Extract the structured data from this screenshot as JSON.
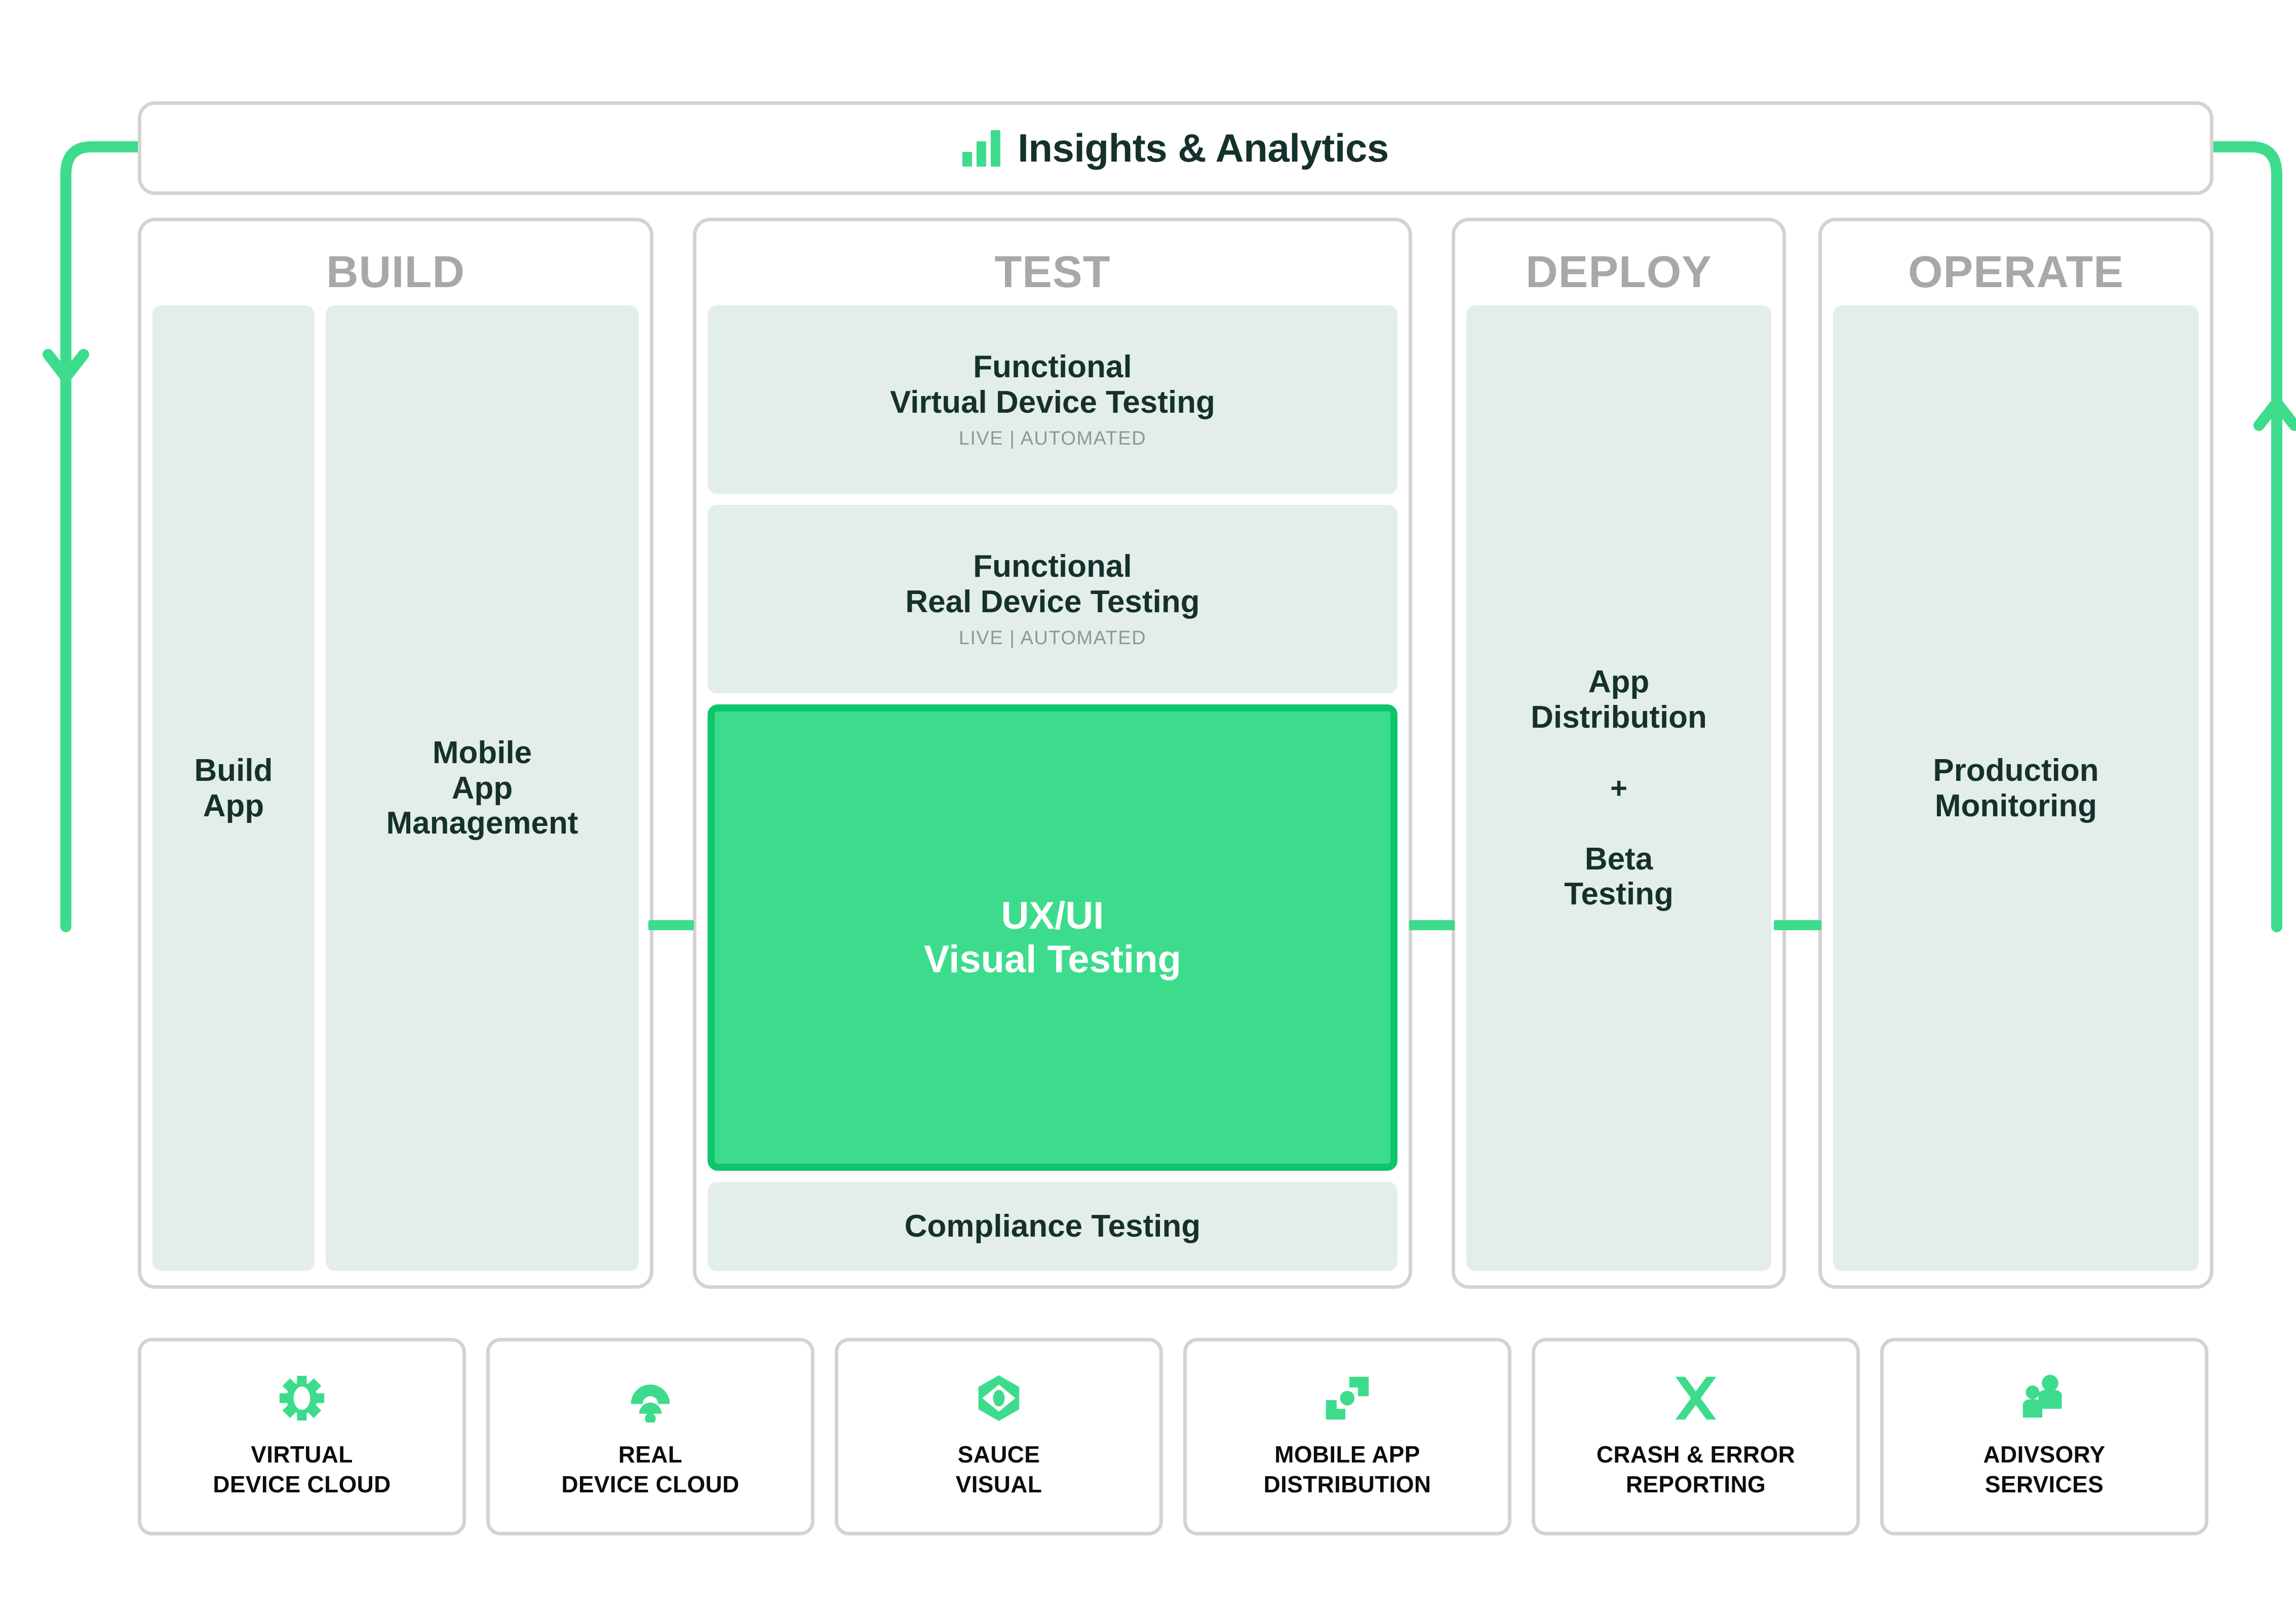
{
  "header": {
    "title": "Insights & Analytics",
    "icon": "bar-chart-icon"
  },
  "colors": {
    "accent_green": "#3ddc8c",
    "accent_green_dark": "#0ec56c",
    "card_bg": "#e3ede9",
    "text_dark": "#15312c",
    "stage_title": "#a8a8a8",
    "border_gray": "#d3d3d3",
    "sub_text": "#8b9a96"
  },
  "stages": [
    {
      "id": "build",
      "title": "BUILD",
      "cards": [
        {
          "title": "Build\nApp",
          "line1": "Build",
          "line2": "App",
          "sub": ""
        },
        {
          "title": "Mobile App Management",
          "line1": "Mobile",
          "line2": "App",
          "line3": "Management",
          "sub": ""
        }
      ]
    },
    {
      "id": "test",
      "title": "TEST",
      "cards": [
        {
          "line1": "Functional",
          "line2": "Virtual Device Testing",
          "sub": "LIVE | AUTOMATED",
          "highlight": false
        },
        {
          "line1": "Functional",
          "line2": "Real Device Testing",
          "sub": "LIVE | AUTOMATED",
          "highlight": false
        },
        {
          "line1": "UX/UI",
          "line2": "Visual Testing",
          "sub": "",
          "highlight": true
        },
        {
          "line1": "Compliance Testing",
          "line2": "",
          "sub": "",
          "highlight": false
        }
      ]
    },
    {
      "id": "deploy",
      "title": "DEPLOY",
      "cards": [
        {
          "line1": "App",
          "line2": "Distribution",
          "plus": "+",
          "line3": "Beta",
          "line4": "Testing"
        }
      ]
    },
    {
      "id": "operate",
      "title": "OPERATE",
      "cards": [
        {
          "line1": "Production",
          "line2": "Monitoring"
        }
      ]
    }
  ],
  "products": [
    {
      "icon": "gear-icon",
      "line1": "VIRTUAL",
      "line2": "DEVICE CLOUD"
    },
    {
      "icon": "wifi-signal-icon",
      "line1": "REAL",
      "line2": "DEVICE CLOUD"
    },
    {
      "icon": "hexagon-eye-icon",
      "line1": "SAUCE",
      "line2": "VISUAL"
    },
    {
      "icon": "app-distribution-icon",
      "line1": "MOBILE APP",
      "line2": "DISTRIBUTION"
    },
    {
      "icon": "x-cross-icon",
      "line1": "CRASH & ERROR",
      "line2": "REPORTING"
    },
    {
      "icon": "people-icon",
      "line1": "ADIVSORY",
      "line2": "SERVICES"
    }
  ]
}
